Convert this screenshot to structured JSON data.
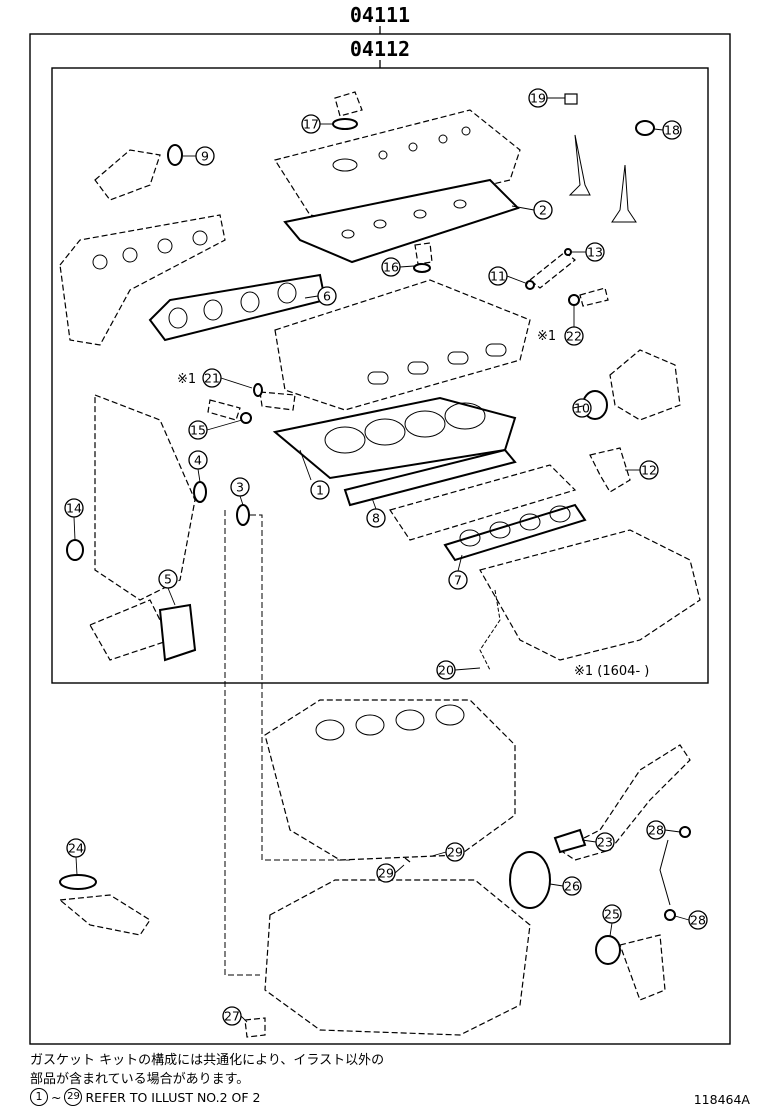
{
  "header": {
    "outer_code": "04111",
    "inner_code": "04112"
  },
  "callouts": [
    "1",
    "2",
    "3",
    "4",
    "5",
    "6",
    "7",
    "8",
    "9",
    "10",
    "11",
    "12",
    "13",
    "14",
    "15",
    "16",
    "17",
    "18",
    "19",
    "20",
    "21",
    "22",
    "23",
    "24",
    "25",
    "26",
    "27",
    "28",
    "29"
  ],
  "notes": {
    "star1_a": "※1",
    "star1_b": "※1",
    "range": "※1 (1604-        )",
    "jp_line1": "ガスケット キットの構成には共通化により、イラスト以外の",
    "jp_line2": "部品が含まれている場合があります。",
    "refer_prefix_circ1": "1",
    "refer_tilde": "~",
    "refer_prefix_circ2": "29",
    "refer_text": "REFER TO ILLUST NO.2 OF 2",
    "figure_id": "118464A"
  }
}
